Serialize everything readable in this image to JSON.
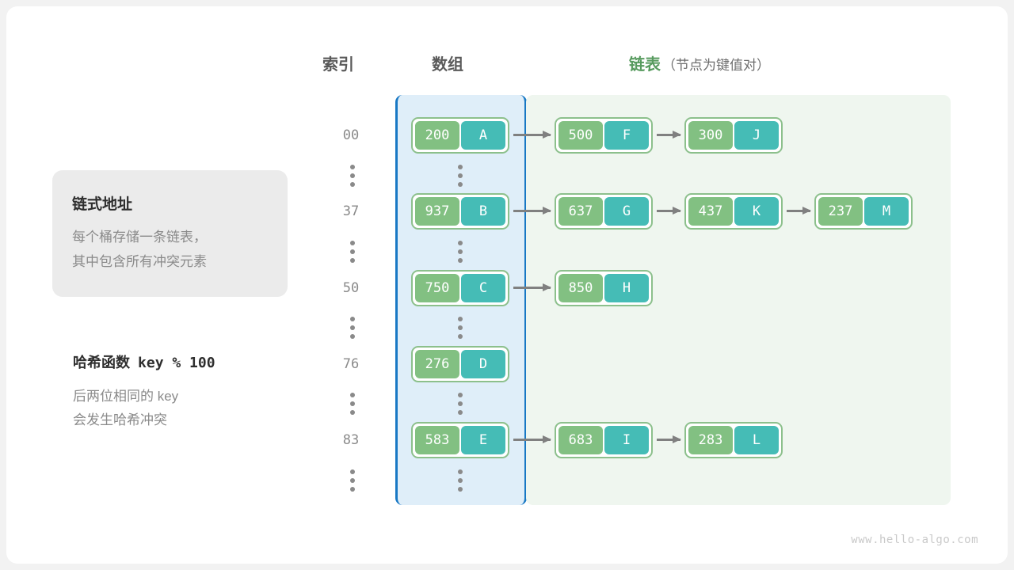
{
  "headers": {
    "index": "索引",
    "array": "数组",
    "list": "链表",
    "list_note": "（节点为键值对）"
  },
  "info_panel": {
    "title": "链式地址",
    "body": "每个桶存储一条链表，\n其中包含所有冲突元素"
  },
  "hash_note": {
    "title_cn": "哈希函数",
    "title_expr": "key % 100",
    "body": "后两位相同的 key\n会发生哈希冲突"
  },
  "colors": {
    "array_region_bg": "#dfeef9",
    "array_region_border": "#1878c4",
    "list_region_bg": "#eff6ef",
    "node_border": "#8cc08c",
    "node_key_bg": "#82c082",
    "node_val_bg": "#45bcb6",
    "arrow": "#808080",
    "accent_green": "#589b5f",
    "muted_text": "#8a8a8a"
  },
  "buckets": [
    {
      "index": "00",
      "bucket_node": {
        "key": "200",
        "value": "A"
      },
      "chain": [
        {
          "key": "500",
          "value": "F"
        },
        {
          "key": "300",
          "value": "J"
        }
      ]
    },
    {
      "index": "37",
      "bucket_node": {
        "key": "937",
        "value": "B"
      },
      "chain": [
        {
          "key": "637",
          "value": "G"
        },
        {
          "key": "437",
          "value": "K"
        },
        {
          "key": "237",
          "value": "M"
        }
      ]
    },
    {
      "index": "50",
      "bucket_node": {
        "key": "750",
        "value": "C"
      },
      "chain": [
        {
          "key": "850",
          "value": "H"
        }
      ]
    },
    {
      "index": "76",
      "bucket_node": {
        "key": "276",
        "value": "D"
      },
      "chain": []
    },
    {
      "index": "83",
      "bucket_node": {
        "key": "583",
        "value": "E"
      },
      "chain": [
        {
          "key": "683",
          "value": "I"
        },
        {
          "key": "283",
          "value": "L"
        }
      ]
    }
  ],
  "ellipsis_symbol": "⋮",
  "watermark": "www.hello-algo.com"
}
